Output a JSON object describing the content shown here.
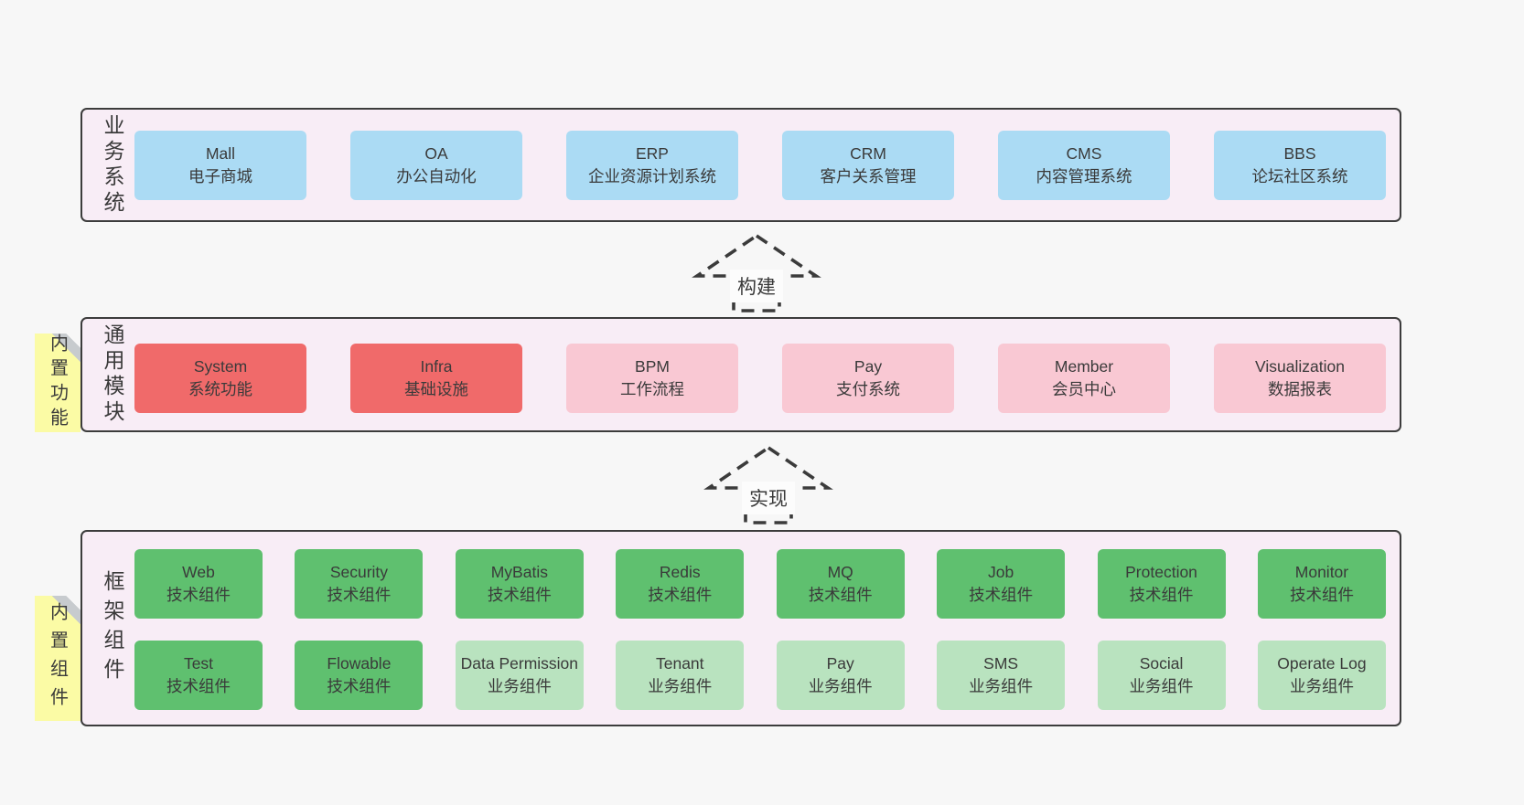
{
  "page": {
    "background": "#f7f7f7"
  },
  "palette": {
    "band_background": "#f8edf6",
    "band_border": "#3c3c3c",
    "blue_box": "#abdbf4",
    "red_box": "#f06a6a",
    "pink_box": "#f9c8d3",
    "green_dark_box": "#5fc06f",
    "green_light_box": "#b9e3bf",
    "sticky_yellow": "#fbfba5",
    "text": "#3a3a3a"
  },
  "arrows": [
    {
      "label": "构建"
    },
    {
      "label": "实现"
    }
  ],
  "bands": [
    {
      "label": "业务系统",
      "rows": [
        [
          {
            "name": "Mall",
            "desc": "电子商城"
          },
          {
            "name": "OA",
            "desc": "办公自动化"
          },
          {
            "name": "ERP",
            "desc": "企业资源计划系统"
          },
          {
            "name": "CRM",
            "desc": "客户关系管理"
          },
          {
            "name": "CMS",
            "desc": "内容管理系统"
          },
          {
            "name": "BBS",
            "desc": "论坛社区系统"
          }
        ]
      ]
    },
    {
      "label": "通用模块",
      "sticky": "内置功能",
      "rows": [
        [
          {
            "name": "System",
            "desc": "系统功能"
          },
          {
            "name": "Infra",
            "desc": "基础设施"
          },
          {
            "name": "BPM",
            "desc": "工作流程"
          },
          {
            "name": "Pay",
            "desc": "支付系统"
          },
          {
            "name": "Member",
            "desc": "会员中心"
          },
          {
            "name": "Visualization",
            "desc": "数据报表"
          }
        ]
      ]
    },
    {
      "label": "框架组件",
      "sticky": "内置组件",
      "rows": [
        [
          {
            "name": "Web",
            "desc": "技术组件"
          },
          {
            "name": "Security",
            "desc": "技术组件"
          },
          {
            "name": "MyBatis",
            "desc": "技术组件"
          },
          {
            "name": "Redis",
            "desc": "技术组件"
          },
          {
            "name": "MQ",
            "desc": "技术组件"
          },
          {
            "name": "Job",
            "desc": "技术组件"
          },
          {
            "name": "Protection",
            "desc": "技术组件"
          },
          {
            "name": "Monitor",
            "desc": "技术组件"
          }
        ],
        [
          {
            "name": "Test",
            "desc": "技术组件"
          },
          {
            "name": "Flowable",
            "desc": "技术组件"
          },
          {
            "name": "Data Permission",
            "desc": "业务组件"
          },
          {
            "name": "Tenant",
            "desc": "业务组件"
          },
          {
            "name": "Pay",
            "desc": "业务组件"
          },
          {
            "name": "SMS",
            "desc": "业务组件"
          },
          {
            "name": "Social",
            "desc": "业务组件"
          },
          {
            "name": "Operate Log",
            "desc": "业务组件"
          }
        ]
      ]
    }
  ]
}
